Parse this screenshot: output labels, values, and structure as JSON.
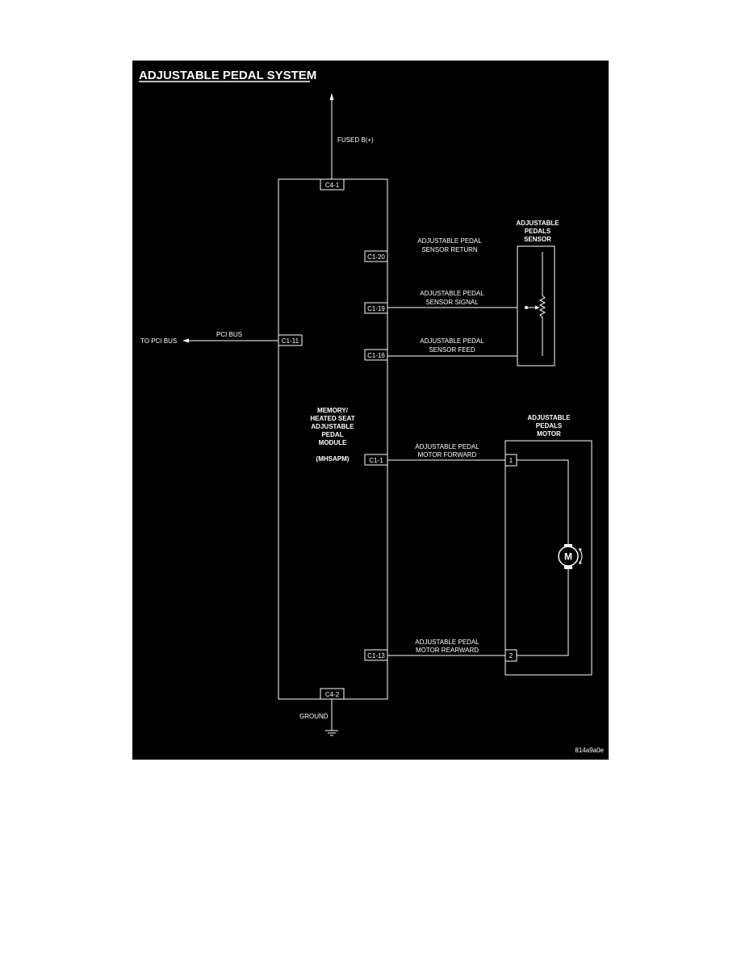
{
  "colors": {
    "background": "#000000",
    "foreground": "#ffffff",
    "page": "#ffffff"
  },
  "title": "ADJUSTABLE PEDAL SYSTEM",
  "figure_id": "814a9a0e",
  "module": {
    "name_lines": [
      "MEMORY/",
      "HEATED SEAT",
      "ADJUSTABLE",
      "PEDAL",
      "MODULE"
    ],
    "abbrev": "(MHSAPM)"
  },
  "connectors": {
    "c4_1": "C4-1",
    "c4_2": "C4-2",
    "c1_11": "C1-11",
    "c1_20": "C1-20",
    "c1_19": "C1-19",
    "c1_16": "C1-16",
    "c1_1": "C1-1",
    "c1_13": "C1-13"
  },
  "wires": {
    "fused_b": "FUSED B(+)",
    "ground": "GROUND",
    "pci_bus_wire": "PCI BUS",
    "to_pci_bus": "TO PCI BUS",
    "sensor_return": [
      "ADJUSTABLE PEDAL",
      "SENSOR RETURN"
    ],
    "sensor_signal": [
      "ADJUSTABLE PEDAL",
      "SENSOR SIGNAL"
    ],
    "sensor_feed": [
      "ADJUSTABLE PEDAL",
      "SENSOR FEED"
    ],
    "motor_forward": [
      "ADJUSTABLE PEDAL",
      "MOTOR FORWARD"
    ],
    "motor_rearward": [
      "ADJUSTABLE PEDAL",
      "MOTOR REARWARD"
    ]
  },
  "sensor": {
    "title_lines": [
      "ADJUSTABLE",
      "PEDALS",
      "SENSOR"
    ]
  },
  "motor": {
    "title_lines": [
      "ADJUSTABLE",
      "PEDALS",
      "MOTOR"
    ],
    "pin1": "1",
    "pin2": "2",
    "symbol": "M"
  },
  "icons": [
    "up-arrow-icon",
    "left-arrow-icon",
    "ground-symbol-icon",
    "potentiometer-icon",
    "motor-icon",
    "rotation-arrows-icon"
  ]
}
